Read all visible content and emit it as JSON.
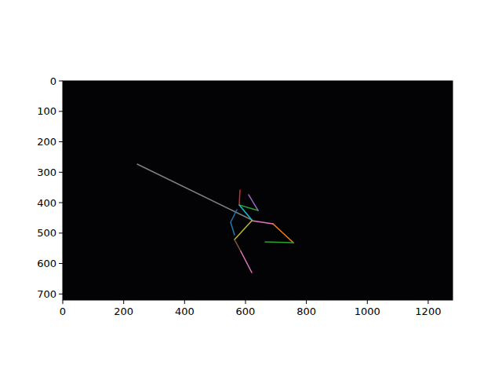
{
  "diagram": {
    "labels": [
      "0",
      "100",
      "200",
      "300",
      "400",
      "500",
      "600",
      "700",
      "0",
      "200",
      "400",
      "600",
      "800",
      "1000",
      "1200"
    ]
  }
}
